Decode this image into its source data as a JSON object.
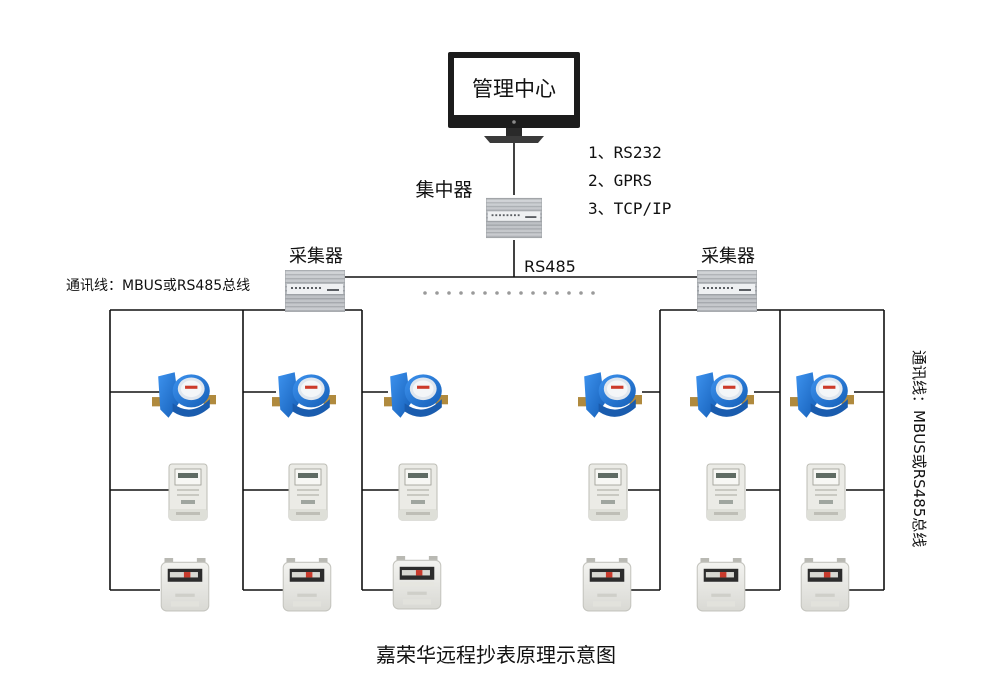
{
  "monitor": {
    "label": "管理中心"
  },
  "concentrator": {
    "label": "集中器"
  },
  "protocols": [
    "1、RS232",
    "2、GPRS",
    "3、TCP/IP"
  ],
  "bus": {
    "label": "RS485"
  },
  "collectors": [
    {
      "label": "采集器"
    },
    {
      "label": "采集器"
    }
  ],
  "comm_line_left": "通讯线：MBUS或RS485总线",
  "comm_line_right": "通讯线：MBUS或RS485总线",
  "caption": "嘉荣华远程抄表原理示意图",
  "colors": {
    "line": "#111111",
    "water_meter_blue": "#1f74d6",
    "water_meter_brass": "#b08a3e",
    "meter_body": "#ebebe6",
    "device_silver": "#b9bcc0"
  }
}
